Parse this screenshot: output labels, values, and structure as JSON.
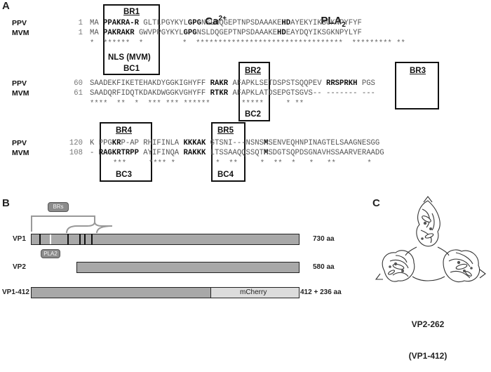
{
  "panels": {
    "a": "A",
    "b": "B",
    "c": "C"
  },
  "headers": {
    "ca": "Ca",
    "ca_sup": "2+",
    "pla": "PLA",
    "pla_sub": "2"
  },
  "species": {
    "ppv": "PPV",
    "mvm": "MVM"
  },
  "block1": {
    "ppv_num": "1",
    "mvm_num": "1",
    "ppv": {
      "pre": "MA ",
      "br": "PPAKRA-R",
      "post1": " GLTLPGYKYL",
      "gpg": "GPG",
      "post2": "NSLDQGEPTNPSDAAAKE",
      "hd": "HD",
      "post3": "AYEKYIKSGKNPYFYF"
    },
    "mvm": {
      "pre": "MA ",
      "br": "PAKRAKR",
      "post1": " GWVPPGYKYL",
      "gpg": "GPG",
      "post2": "NSLDQGEPTNPSDAAAKE",
      "hd": "HD",
      "post3": "EAYDQYIKSGKNPYLYF"
    },
    "cons_a": "*  ******  *   ",
    "cons_b": "*  *********************************  ********* **",
    "nls": "NLS (MVM)",
    "br1": "BR1",
    "bc1": "BC1"
  },
  "block2": {
    "ppv_num": "60",
    "mvm_num": "61",
    "ppv": {
      "pre": "SAADEKFIKETEHAKDYGGKIGHYFF ",
      "br2": "RAKR",
      "mid": " AFAPKLSETDSPSTSQQPEV ",
      "br3": "RRSPRKH",
      "post": " PGS"
    },
    "mvm": {
      "pre": "SAADQRFIDQTKDAKDWGGKVGHYFF ",
      "br2": "RTKR",
      "mid": " AFAPKLATDSEPGTSGVS-- ",
      "br3": "-------",
      "post": " ---"
    },
    "cons": "****  **  *  *** *** ******       *****     * **",
    "br2": "BR2",
    "bc2": "BC2",
    "br3": "BR3"
  },
  "block3": {
    "ppv_num": "120",
    "mvm_num": "108",
    "ppv": {
      "pre": "K ",
      "br4a": "PPG",
      "br4b": "KR",
      "br4c": "P-AP",
      "mid": " RHIFINLA ",
      "br5": "KKKAK",
      "post1": " GTSNI---NSNS",
      "m": "M",
      "post2": "SENVEQHNPINAGTELSAAGNESGG"
    },
    "mvm": {
      "pre": "- ",
      "br4a": "RAGKRTRPP",
      "mid": " AYIFINQA ",
      "br5": "RAKKK",
      "post1": " LTSSAAQQSSQT",
      "m": "M",
      "post2": "SDGTSQPDSGNAVHSSAARVERAADG"
    },
    "cons": "***     **** *         *  **     *  **  *   *   **       *",
    "br4": "BR4",
    "bc3": "BC3",
    "br5": "BR5",
    "bc4": "BC4"
  },
  "panel_b": {
    "brs": "BRs",
    "pla2": "PLA2",
    "vp1": {
      "label": "VP1",
      "length": "730 aa"
    },
    "vp2": {
      "label": "VP2",
      "length": "580 aa"
    },
    "vp1_412": {
      "label": "VP1-412",
      "length": "412 + 236 aa",
      "fusion": "mCherry"
    }
  },
  "panel_c": {
    "line1": "VP2-262",
    "line2": "(VP1-412)"
  },
  "colors": {
    "bar": "#a8a8a8",
    "mcherry": "#dcdcdc",
    "pill": "#8c8c8c"
  }
}
